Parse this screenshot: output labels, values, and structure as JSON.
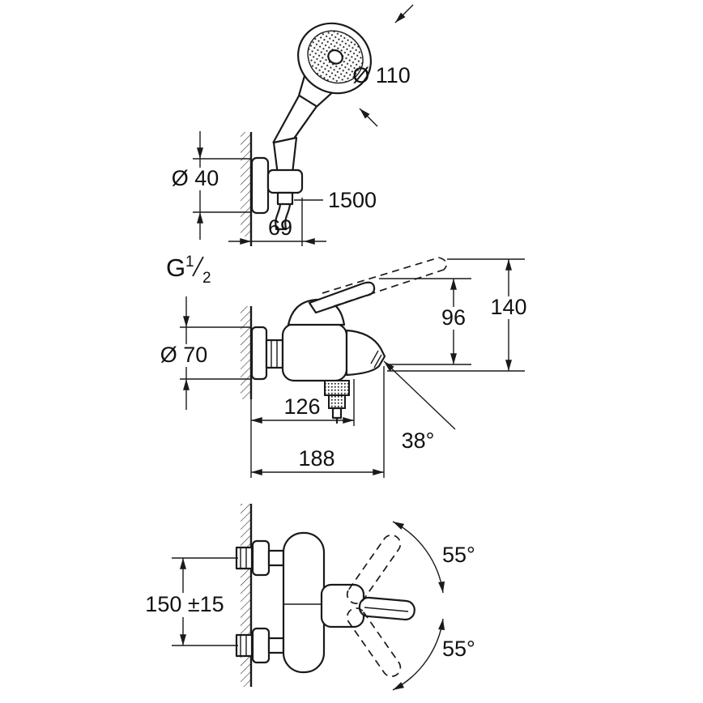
{
  "drawing": {
    "top_view": {
      "head_diameter": "Ø 110",
      "holder_diameter": "Ø 40",
      "hose_length": "1500",
      "holder_depth": "69"
    },
    "side_view": {
      "thread_g": "G",
      "thread_num": "1",
      "thread_den": "2",
      "rosette_diameter": "Ø 70",
      "height_to_spout": "96",
      "height_total": "140",
      "spout_reach": "126",
      "spout_angle": "38°",
      "depth_total": "188"
    },
    "front_view": {
      "mount_distance": "150 ±15",
      "lever_angle_up": "55°",
      "lever_angle_down": "55°"
    }
  }
}
